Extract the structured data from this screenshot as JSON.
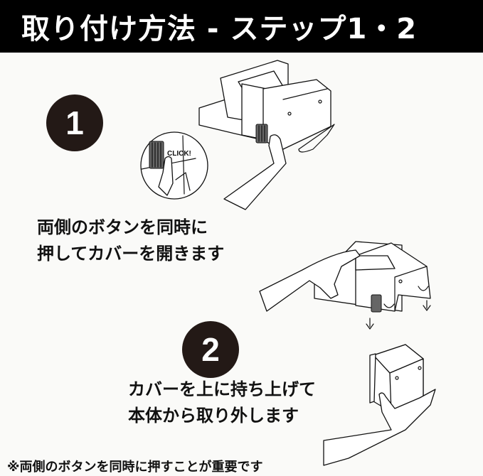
{
  "header": {
    "title": "取り付け方法 - ステップ1・2"
  },
  "steps": [
    {
      "number": "1",
      "caption_lines": [
        "両側のボタンを同時に",
        "押してカバーを開きます"
      ],
      "callout_text": "CLICK!"
    },
    {
      "number": "2",
      "caption_lines": [
        "カバーを上に持ち上げて",
        "本体から取り外します"
      ]
    }
  ],
  "footer_note": "※両側のボタンを同時に押すことが重要です",
  "colors": {
    "header_bg": "#000000",
    "circle_bg": "#231916",
    "text": "#111111"
  }
}
